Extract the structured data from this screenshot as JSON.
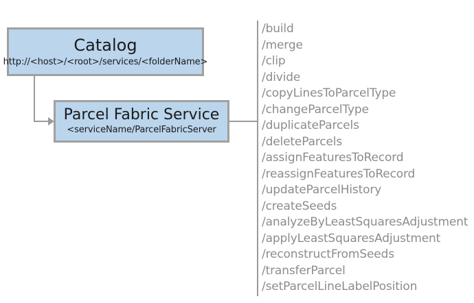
{
  "diagram": {
    "title": "Parcel Fabric Service REST endpoint diagram",
    "colors": {
      "node_fill": "#bad5ec",
      "node_border": "#a0a0a0",
      "connector": "#9a9a9a",
      "operation_text": "#8c8c8c",
      "node_text": "#1a1a1a",
      "background": "#ffffff"
    }
  },
  "nodes": {
    "catalog": {
      "title": "Catalog",
      "subtitle": "http://<host>/<root>/services/<folderName>"
    },
    "service": {
      "title": "Parcel Fabric Service",
      "subtitle": "<serviceName/ParcelFabricServer"
    }
  },
  "operations": [
    "/build",
    "/merge",
    "/clip",
    "/divide",
    "/copyLinesToParcelType",
    "/changeParcelType",
    "/duplicateParcels",
    "/deleteParcels",
    "/assignFeaturesToRecord",
    "/reassignFeaturesToRecord",
    "/updateParcelHistory",
    "/createSeeds",
    "/analyzeByLeastSquaresAdjustment",
    "/applyLeastSquaresAdjustment",
    "/reconstructFromSeeds",
    "/transferParcel",
    "/setParcelLineLabelPosition"
  ]
}
